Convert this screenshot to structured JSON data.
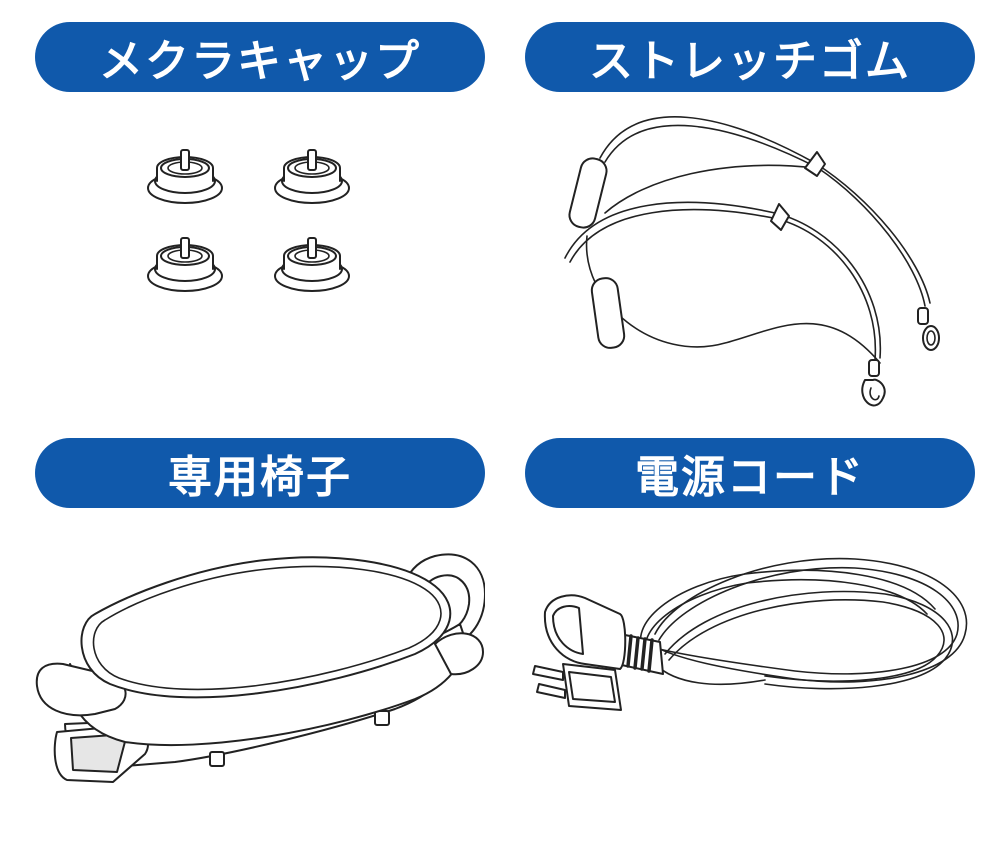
{
  "theme": {
    "pill_color": "#1059ab",
    "text_color": "#ffffff",
    "line_color": "#222222"
  },
  "items": [
    {
      "label": "メクラキャップ",
      "icon": "blind-cap-illustration"
    },
    {
      "label": "ストレッチゴム",
      "icon": "stretch-cord-illustration"
    },
    {
      "label": "専用椅子",
      "icon": "dedicated-chair-illustration"
    },
    {
      "label": "電源コード",
      "icon": "power-cord-illustration"
    }
  ]
}
